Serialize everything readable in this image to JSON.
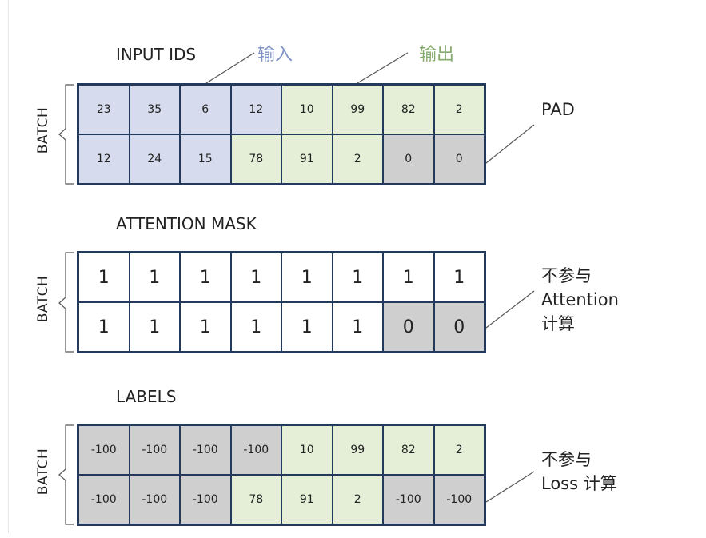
{
  "colors": {
    "input": "#d6dced",
    "output": "#e5efd8",
    "pad": "#cfcfcf",
    "plain": "#ffffff",
    "border": "#243a5c",
    "input_label": "#7f93c6",
    "output_label": "#86a96d"
  },
  "input_ids": {
    "title": "INPUT IDS",
    "input_label": "输入",
    "output_label": "输出",
    "side_label": "PAD",
    "batch_label": "BATCH",
    "rows": [
      [
        {
          "v": "23",
          "t": "input"
        },
        {
          "v": "35",
          "t": "input"
        },
        {
          "v": "6",
          "t": "input"
        },
        {
          "v": "12",
          "t": "input"
        },
        {
          "v": "10",
          "t": "output"
        },
        {
          "v": "99",
          "t": "output"
        },
        {
          "v": "82",
          "t": "output"
        },
        {
          "v": "2",
          "t": "output"
        }
      ],
      [
        {
          "v": "12",
          "t": "input"
        },
        {
          "v": "24",
          "t": "input"
        },
        {
          "v": "15",
          "t": "input"
        },
        {
          "v": "78",
          "t": "output"
        },
        {
          "v": "91",
          "t": "output"
        },
        {
          "v": "2",
          "t": "output"
        },
        {
          "v": "0",
          "t": "pad"
        },
        {
          "v": "0",
          "t": "pad"
        }
      ]
    ]
  },
  "attention_mask": {
    "title": "ATTENTION MASK",
    "side_lines": [
      "不参与",
      "Attention",
      "计算"
    ],
    "batch_label": "BATCH",
    "rows": [
      [
        {
          "v": "1",
          "t": "plain"
        },
        {
          "v": "1",
          "t": "plain"
        },
        {
          "v": "1",
          "t": "plain"
        },
        {
          "v": "1",
          "t": "plain"
        },
        {
          "v": "1",
          "t": "plain"
        },
        {
          "v": "1",
          "t": "plain"
        },
        {
          "v": "1",
          "t": "plain"
        },
        {
          "v": "1",
          "t": "plain"
        }
      ],
      [
        {
          "v": "1",
          "t": "plain"
        },
        {
          "v": "1",
          "t": "plain"
        },
        {
          "v": "1",
          "t": "plain"
        },
        {
          "v": "1",
          "t": "plain"
        },
        {
          "v": "1",
          "t": "plain"
        },
        {
          "v": "1",
          "t": "plain"
        },
        {
          "v": "0",
          "t": "pad"
        },
        {
          "v": "0",
          "t": "pad"
        }
      ]
    ]
  },
  "labels": {
    "title": "LABELS",
    "side_lines": [
      "不参与",
      "Loss 计算"
    ],
    "batch_label": "BATCH",
    "rows": [
      [
        {
          "v": "-100",
          "t": "pad"
        },
        {
          "v": "-100",
          "t": "pad"
        },
        {
          "v": "-100",
          "t": "pad"
        },
        {
          "v": "-100",
          "t": "pad"
        },
        {
          "v": "10",
          "t": "output"
        },
        {
          "v": "99",
          "t": "output"
        },
        {
          "v": "82",
          "t": "output"
        },
        {
          "v": "2",
          "t": "output"
        }
      ],
      [
        {
          "v": "-100",
          "t": "pad"
        },
        {
          "v": "-100",
          "t": "pad"
        },
        {
          "v": "-100",
          "t": "pad"
        },
        {
          "v": "78",
          "t": "output"
        },
        {
          "v": "91",
          "t": "output"
        },
        {
          "v": "2",
          "t": "output"
        },
        {
          "v": "-100",
          "t": "pad"
        },
        {
          "v": "-100",
          "t": "pad"
        }
      ]
    ]
  }
}
